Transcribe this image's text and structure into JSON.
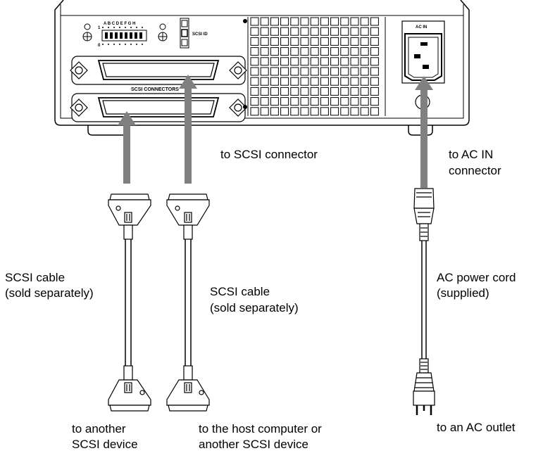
{
  "panel": {
    "dip_letters": "A B C D E F G H",
    "dip_one": "1",
    "dip_zero": "0",
    "scsi_id_label": "SCSI ID",
    "scsi_connectors_label": "SCSI CONNECTORS",
    "ac_in_label": "AC IN"
  },
  "labels": {
    "to_scsi_connector": "to SCSI connector",
    "to_ac_in_line1": "to AC IN",
    "to_ac_in_line2": "connector",
    "scsi_cable_left_line1": "SCSI cable",
    "scsi_cable_left_line2": "(sold separately)",
    "scsi_cable_right_line1": "SCSI cable",
    "scsi_cable_right_line2": "(sold separately)",
    "ac_cord_line1": "AC power cord",
    "ac_cord_line2": "(supplied)",
    "to_another_line1": "to another",
    "to_another_line2": "SCSI device",
    "to_host_line1": "to the host computer or",
    "to_host_line2": "another SCSI device",
    "to_outlet": "to an AC outlet"
  },
  "colors": {
    "arrow": "#808080",
    "line": "#000000",
    "fill": "#ffffff"
  }
}
